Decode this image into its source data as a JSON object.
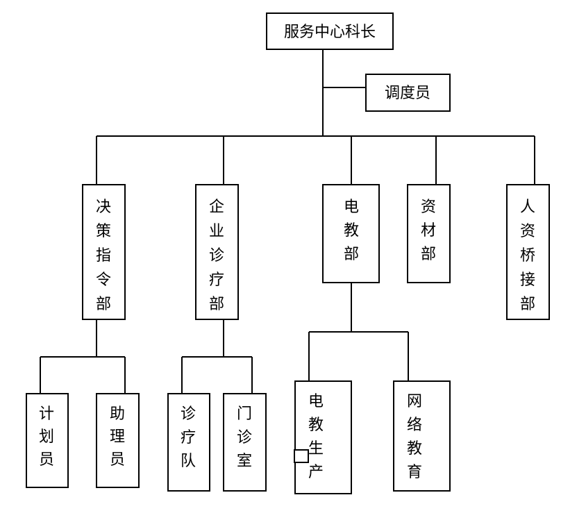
{
  "diagram": {
    "type": "org-chart",
    "root": {
      "label": "服务中心科长"
    },
    "staff": {
      "label": "调度员"
    },
    "departments": [
      {
        "label": "决策指令部",
        "children": [
          "计划员",
          "助理员"
        ]
      },
      {
        "label": "企业诊疗部",
        "children": [
          "诊疗队",
          "门诊室"
        ]
      },
      {
        "label": "电教部",
        "children": [
          "电教生产",
          "网络教育"
        ]
      },
      {
        "label": "资材部",
        "children": []
      },
      {
        "label": "人资桥接部",
        "children": []
      }
    ]
  }
}
